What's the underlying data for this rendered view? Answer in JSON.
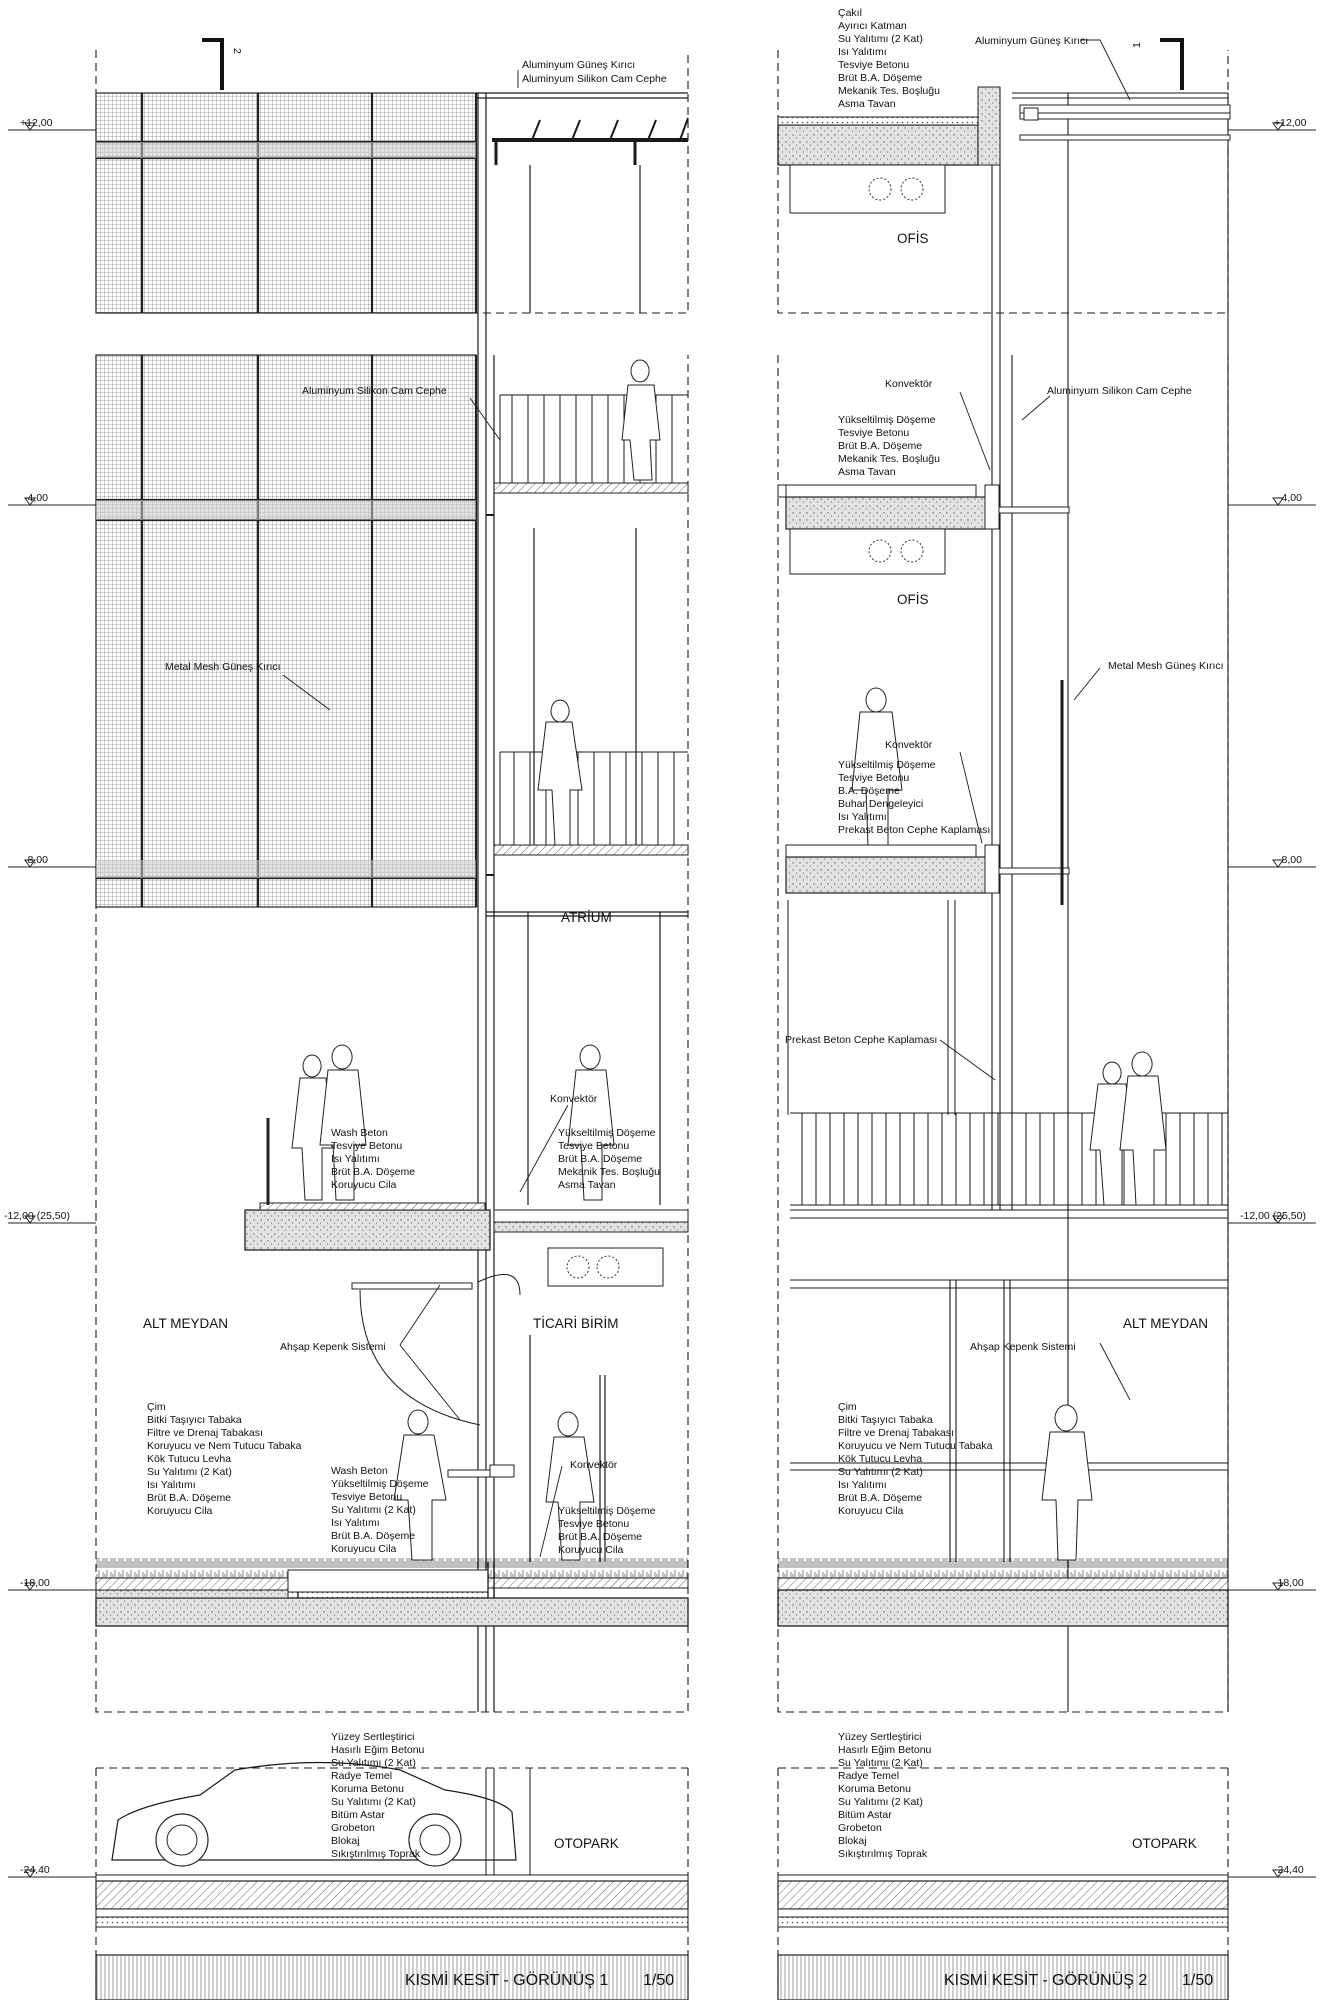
{
  "left": {
    "cut_marker": "2",
    "top_labels": [
      "Aluminyum Güneş Kırıcı",
      "Aluminyum Silikon Cam Cephe"
    ],
    "curtain_wall_label": "Aluminyum Silikon Cam Cephe",
    "mesh_label": "Metal Mesh Güneş Kırıcı",
    "atrium": "ATRİUM",
    "alt_meydan": "ALT MEYDAN",
    "ticari": "TİCARİ BİRİM",
    "otopark": "OTOPARK",
    "ahsap": "Ahşap Kepenk Sistemi",
    "konvektor_1": "Konvektör",
    "konvektor_2": "Konvektör",
    "terrace_layers": [
      "Wash Beton",
      "Tesviye Betonu",
      "Isı Yalıtımı",
      "Brüt B.A. Döşeme",
      "Koruyucu Cila"
    ],
    "atrium_layers": [
      "Yükseltilmiş Döşeme",
      "Tesviye Betonu",
      "Brüt B.A. Döşeme",
      "Mekanik Tes. Boşluğu",
      "Asma Tavan"
    ],
    "garden_layers": [
      "Çim",
      "Bitki Taşıyıcı Tabaka",
      "Filtre ve Drenaj Tabakası",
      "Koruyucu ve Nem Tutucu Tabaka",
      "Kök Tutucu Levha",
      "Su Yalıtımı (2 Kat)",
      "Isı Yalıtımı",
      "Brüt B.A. Döşeme",
      "Koruyucu Cila"
    ],
    "plaza_layers": [
      "Wash Beton",
      "Yükseltilmiş Döşeme",
      "Tesviye Betonu",
      "Su Yalıtımı (2 Kat)",
      "Isı Yalıtımı",
      "Brüt B.A. Döşeme",
      "Koruyucu Cila"
    ],
    "shop_layers": [
      "Yükseltilmiş Döşeme",
      "Tesviye Betonu",
      "Brüt B.A. Döşeme",
      "Koruyucu Cila"
    ],
    "foundation_layers": [
      "Yüzey Sertleştirici",
      "Hasırlı Eğim Betonu",
      "Su Yalıtımı (2 Kat)",
      "Radye Temel",
      "Koruma Betonu",
      "Su Yalıtımı (2 Kat)",
      "Bitüm Astar",
      "Grobeton",
      "Blokaj",
      "Sıkıştırılmış Toprak"
    ],
    "title": "KISMİ KESİT - GÖRÜNÜŞ 1",
    "scale": "1/50"
  },
  "right": {
    "cut_marker": "1",
    "roof_layers": [
      "Çakıl",
      "Ayırıcı Katman",
      "Su Yalıtımı (2 Kat)",
      "Isı Yalıtımı",
      "Tesviye Betonu",
      "Brüt B.A. Döşeme",
      "Mekanik Tes. Boşluğu",
      "Asma Tavan"
    ],
    "sun_label": "Aluminyum Güneş Kırıcı",
    "ofis_1": "OFİS",
    "ofis_2": "OFİS",
    "konvektor_1": "Konvektör",
    "konvektor_2": "Konvektör",
    "curtain_wall_label": "Aluminyum Silikon Cam Cephe",
    "floor_layers": [
      "Yükseltilmiş Döşeme",
      "Tesviye Betonu",
      "Brüt B.A. Döşeme",
      "Mekanik Tes. Boşluğu",
      "Asma Tavan"
    ],
    "mesh_label": "Metal Mesh Güneş Kırıcı",
    "slab8_layers": [
      "Yükseltilmiş Döşeme",
      "Tesviye Betonu",
      "B.A. Döşeme",
      "Buhar Dengeleyici",
      "Isı Yalıtımı",
      "Prekast Beton Cephe Kaplaması"
    ],
    "prekast_label": "Prekast Beton Cephe Kaplaması",
    "ahsap": "Ahşap Kepenk Sistemi",
    "alt_meydan": "ALT MEYDAN",
    "garden_layers": [
      "Çim",
      "Bitki Taşıyıcı Tabaka",
      "Filtre ve Drenaj Tabakası",
      "Koruyucu ve Nem Tutucu Tabaka",
      "Kök Tutucu Levha",
      "Su Yalıtımı (2 Kat)",
      "Isı Yalıtımı",
      "Brüt B.A. Döşeme",
      "Koruyucu Cila"
    ],
    "foundation_layers": [
      "Yüzey Sertleştirici",
      "Hasırlı Eğim Betonu",
      "Su Yalıtımı (2 Kat)",
      "Radye Temel",
      "Koruma Betonu",
      "Su Yalıtımı (2 Kat)",
      "Bitüm Astar",
      "Grobeton",
      "Blokaj",
      "Sıkıştırılmış Toprak"
    ],
    "otopark": "OTOPARK",
    "title": "KISMİ KESİT - GÖRÜNÜŞ 2",
    "scale": "1/50"
  },
  "levels": [
    "+12,00",
    "-4,00",
    "-8,00",
    "-12,00 (25,50)",
    "-18,00",
    "-24,40"
  ],
  "colors": {
    "line": "#1a1a1a",
    "mesh": "#bdbdbd",
    "slab": "#d4d4d4",
    "hatch": "#6a6a6a"
  }
}
